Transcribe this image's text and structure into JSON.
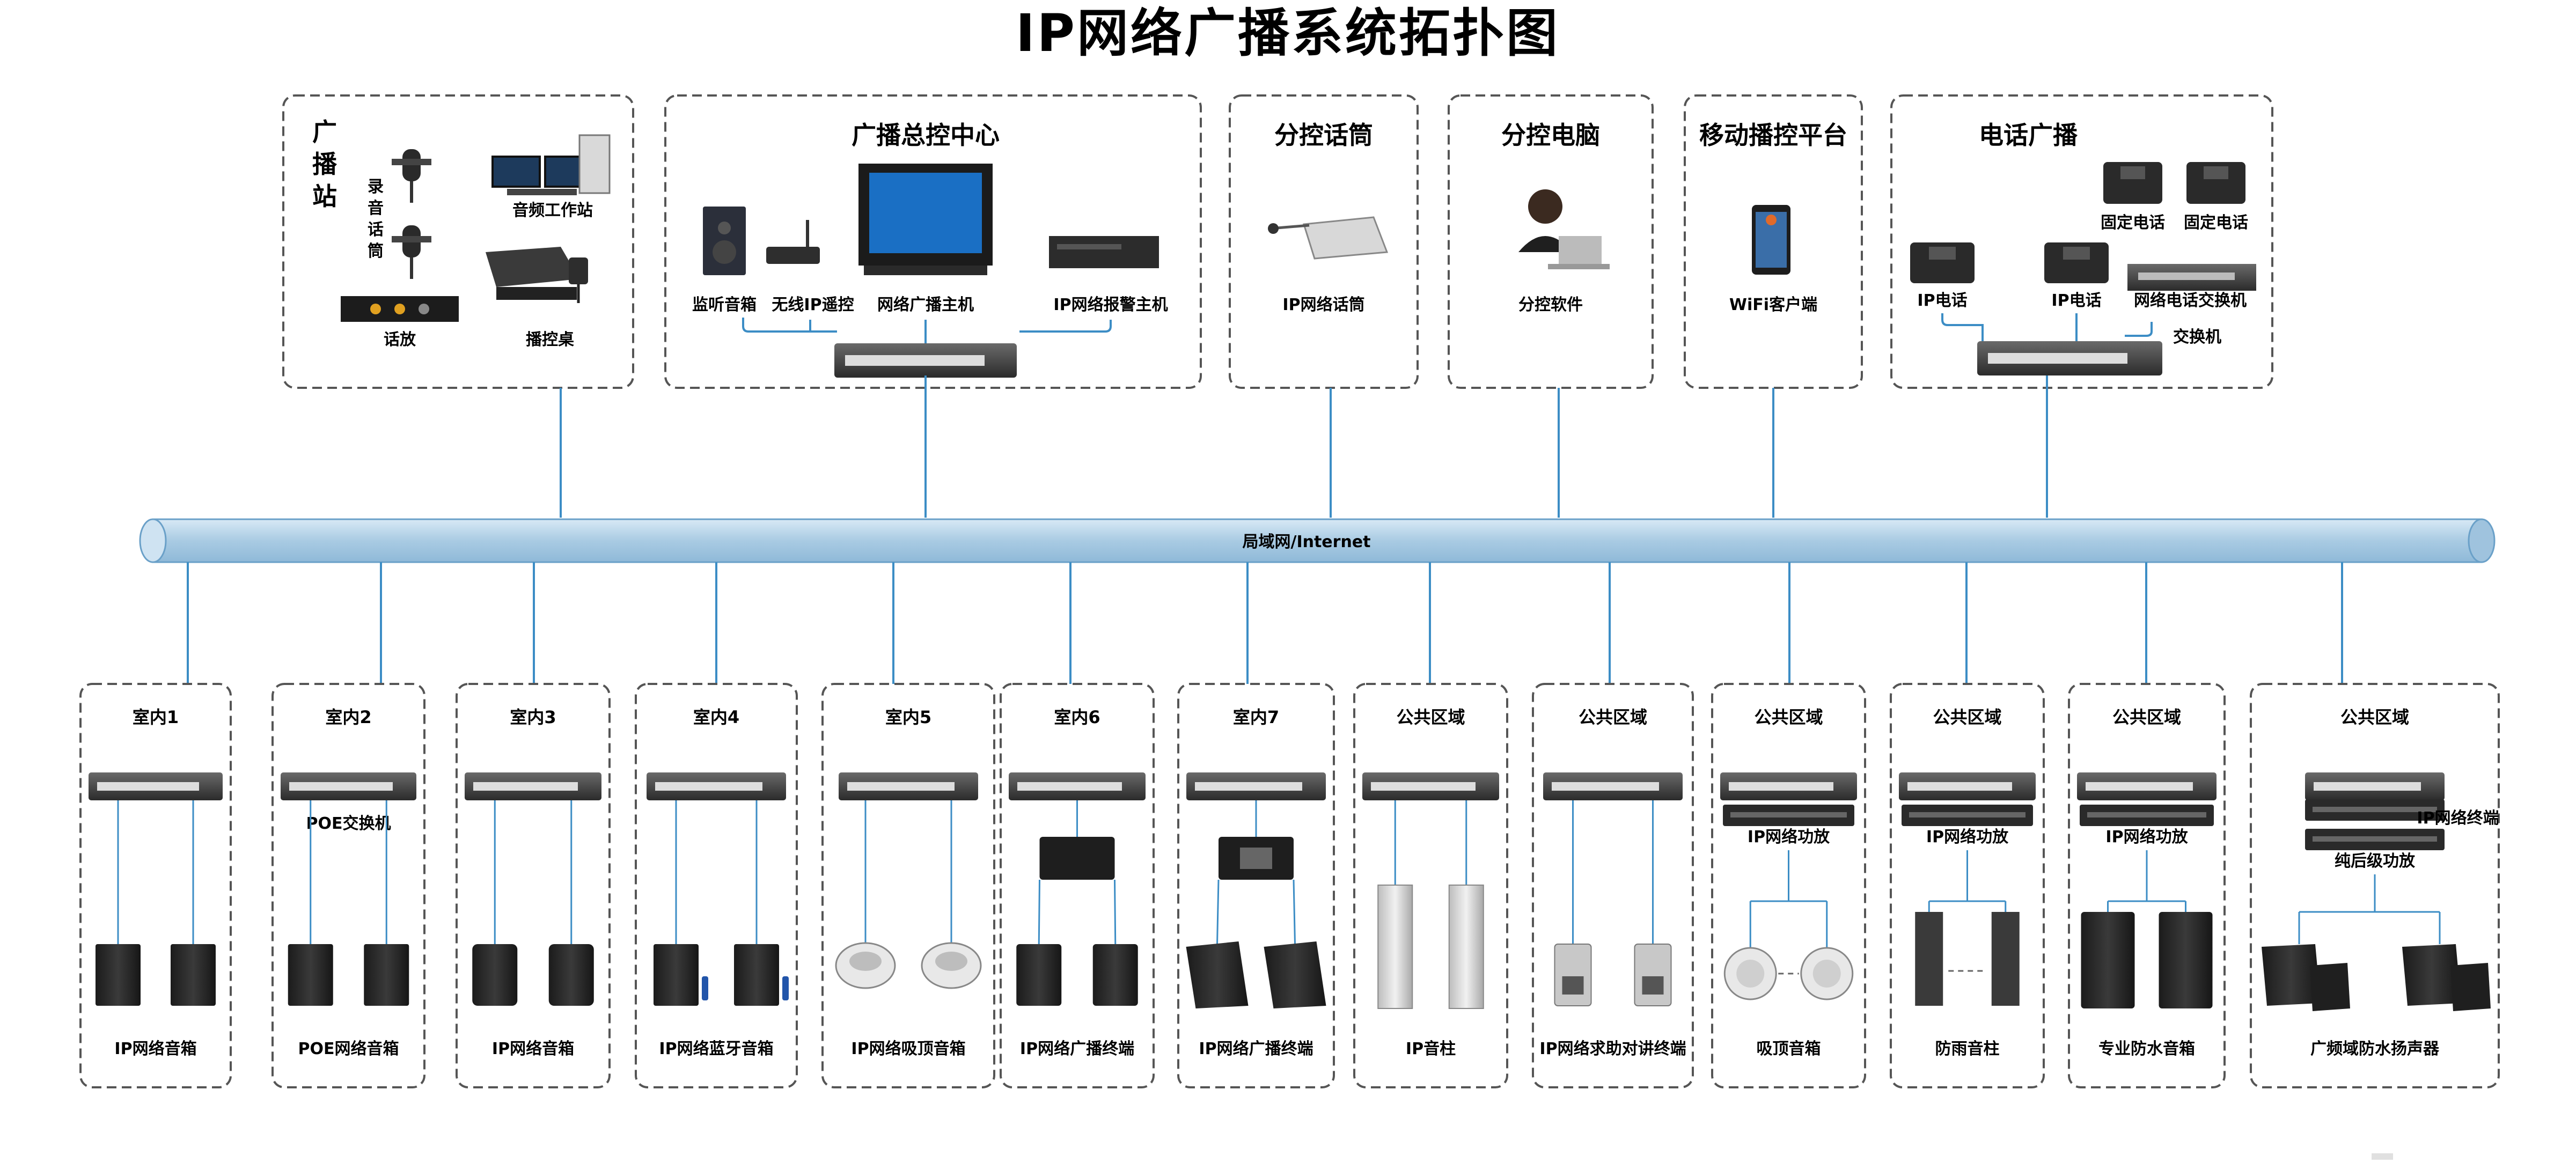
{
  "title": "IP网络广播系统拓扑图",
  "backbone_label": "局域网/Internet",
  "top": {
    "station": {
      "title_chars": [
        "广",
        "播",
        "站"
      ],
      "mic_chars": [
        "录",
        "音",
        "话",
        "筒"
      ],
      "workstation": "音频工作站",
      "mixer": "话放",
      "console": "播控桌"
    },
    "center": {
      "title": "广播总控中心",
      "labels": [
        "监听音箱",
        "无线IP遥控",
        "网络广播主机",
        "IP网络报警主机"
      ]
    },
    "mic_group": {
      "title": "分控话筒",
      "label": "IP网络话筒"
    },
    "pc_group": {
      "title": "分控电脑",
      "label": "分控软件"
    },
    "mobile_group": {
      "title": "移动播控平台",
      "label": "WiFi客户端"
    },
    "phone_group": {
      "title": "电话广播",
      "fixed1": "固定电话",
      "fixed2": "固定电话",
      "ip1": "IP电话",
      "ip2": "IP电话",
      "gateway": "网络电话交换机",
      "switch": "交换机"
    }
  },
  "zones": [
    {
      "name": "室内1",
      "mid": "",
      "end": "IP网络音箱"
    },
    {
      "name": "室内2",
      "mid": "POE交换机",
      "end": "POE网络音箱"
    },
    {
      "name": "室内3",
      "mid": "",
      "end": "IP网络音箱"
    },
    {
      "name": "室内4",
      "mid": "",
      "end": "IP网络蓝牙音箱"
    },
    {
      "name": "室内5",
      "mid": "",
      "end": "IP网络吸顶音箱"
    },
    {
      "name": "室内6",
      "mid": "",
      "end": "IP网络广播终端"
    },
    {
      "name": "室内7",
      "mid": "",
      "end": "IP网络广播终端"
    },
    {
      "name": "公共区域",
      "mid": "",
      "end": "IP音柱"
    },
    {
      "name": "公共区域",
      "mid": "",
      "end": "IP网络求助对讲终端"
    },
    {
      "name": "公共区域",
      "mid": "IP网络功放",
      "end": "吸顶音箱"
    },
    {
      "name": "公共区域",
      "mid": "IP网络功放",
      "end": "防雨音柱"
    },
    {
      "name": "公共区域",
      "mid": "IP网络功放",
      "end": "专业防水音箱"
    },
    {
      "name": "公共区域",
      "mid": "纯后级功放",
      "mid2": "IP网络终端",
      "end": "广频域防水扬声器"
    }
  ],
  "colors": {
    "line": "#3c8dc5",
    "backbone": "#b8d6ea",
    "border": "#555555",
    "device": "#2a2a2a"
  }
}
